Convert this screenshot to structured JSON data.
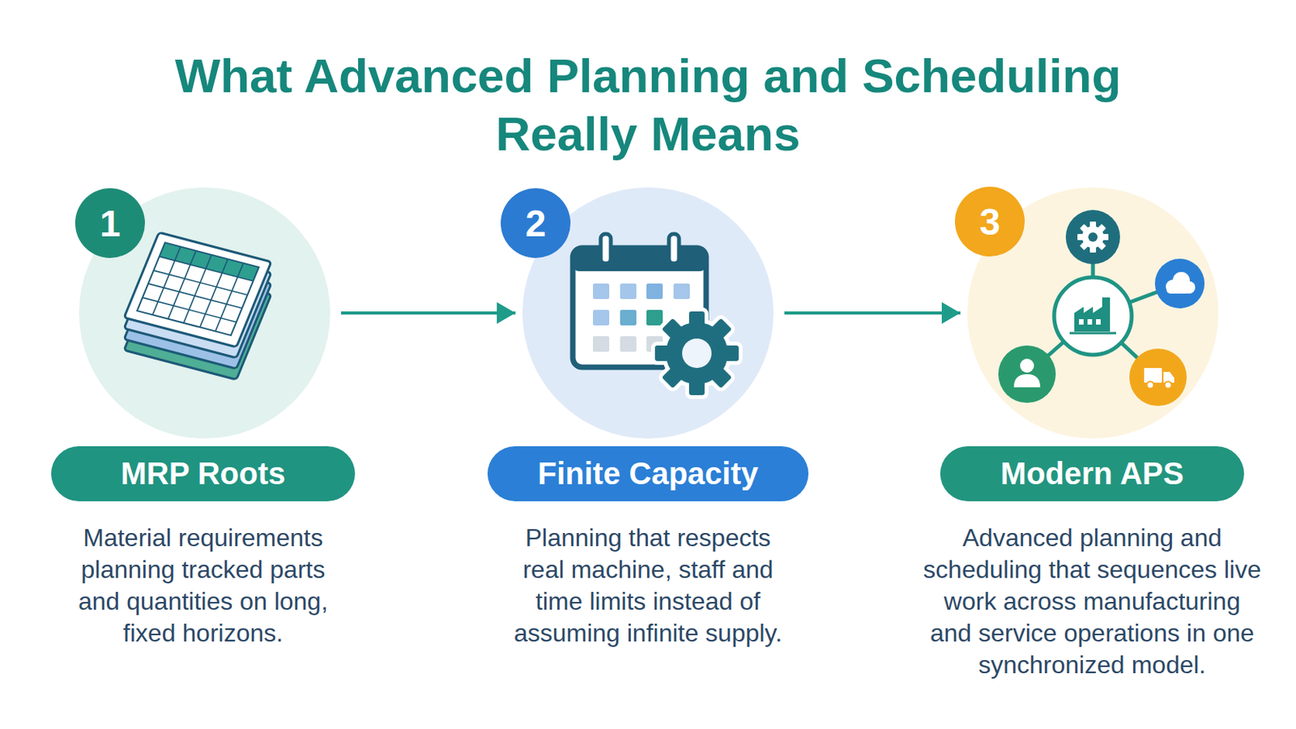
{
  "diagram": {
    "title": "What Advanced Planning and Scheduling Really Means",
    "nodes": [
      {
        "text": [
          "1"
        ]
      },
      {
        "text": [
          "MRP Roots",
          "Material requirements planning tracked parts and quantities on long, fixed horizons."
        ]
      },
      {
        "text": [
          "2"
        ]
      },
      {
        "text": [
          "Finite Capacity",
          "Planning that respects real machine, staff and time limits instead of assuming infinite supply."
        ]
      },
      {
        "text": [
          "3"
        ]
      },
      {
        "text": [
          "Modern APS",
          "Advanced planning and scheduling that sequences live work across manufacturing and service operations in one synchronized model."
        ]
      }
    ],
    "edges": [
      {
        "from": 0,
        "to": 2,
        "arrow": "to"
      },
      {
        "from": 2,
        "to": 4,
        "arrow": "to"
      }
    ]
  }
}
